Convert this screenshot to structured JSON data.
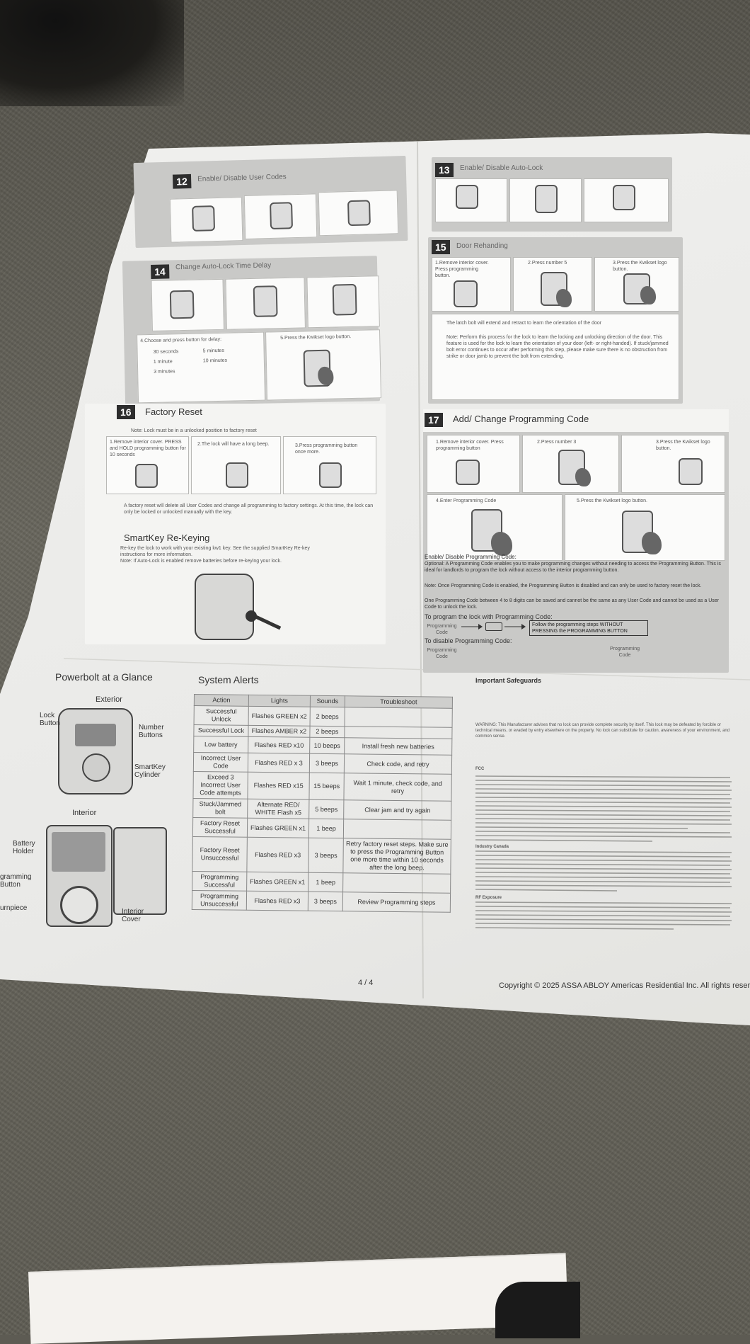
{
  "sections": {
    "s12": {
      "num": "12",
      "title": "Enable/ Disable User Codes"
    },
    "s13": {
      "num": "13",
      "title": "Enable/ Disable Auto-Lock"
    },
    "s14": {
      "num": "14",
      "title": "Change Auto-Lock Time Delay",
      "options": [
        "30 seconds",
        "5 minutes",
        "1 minute",
        "10 minutes",
        "3 minutes"
      ],
      "step4": "4.Choose and press button for delay:",
      "step5": "5.Press the Kwikset logo button."
    },
    "s15": {
      "num": "15",
      "title": "Door Rehanding",
      "step1": "1.Remove interior cover. Press programming button.",
      "step2": "2.Press number 5",
      "step3": "3.Press the Kwikset logo button.",
      "note1": "The latch bolt will extend and retract to learn the orientation of the door",
      "note2": "Note: Perform this process for the lock to learn the locking and unlocking direction of the door. This feature is used for the lock to learn the orientation of your door (left- or right-handed). If stuck/jammed bolt error continues to occur after performing this step, please make sure there is no obstruction from strike or door jamb to prevent the bolt from extending."
    },
    "s16": {
      "num": "16",
      "title": "Factory Reset",
      "note": "Note: Lock must be in a unlocked position to factory reset",
      "step1": "1.Remove interior cover. PRESS and HOLD programming button for 10 seconds",
      "step2": "2.The lock will have a long beep.",
      "step3": "3.Press programming button once more.",
      "info": "A factory reset will delete all User Codes and change all programming to factory settings. At this time, the lock can only be locked or unlocked manually with the key."
    },
    "s17": {
      "num": "17",
      "title": "Add/ Change Programming Code",
      "step1": "1.Remove interior cover. Press programming button",
      "step2": "2.Press number 3",
      "step3": "3.Press the Kwikset logo button.",
      "step4": "4.Enter Programming Code",
      "step5": "5.Press the Kwikset logo button.",
      "enable_title": "Enable/ Disable Programming Code:",
      "enable_text": "Optional: A Programming Code enables you to make programming changes without needing to access the Programming Button. This is ideal for landlords to program the lock without access to the interior programming button.",
      "note": "Note: Once Programming Code is enabled, the Programming Button is disabled and can only be used to factory reset the lock.",
      "digits": "One Programming Code between 4 to 8 digits can be saved and cannot be the same as any User Code and cannot be used as a User Code to unlock the lock.",
      "to_program": "To program the lock with Programming Code:",
      "prog_label": "Programming Code",
      "follow": "Follow the programming steps WITHOUT PRESSING the PROGRAMMING BUTTON",
      "to_disable": "To disable Programming Code:"
    }
  },
  "smartkey": {
    "title": "SmartKey Re-Keying",
    "text": "Re-key the lock to work with your existing kw1 key. See the supplied SmartKey Re-key instructions for more information.",
    "note": "Note: If Auto-Lock is enabled remove batteries before re-keying your lock."
  },
  "glance": {
    "title": "Powerbolt at a Glance",
    "exterior": "Exterior",
    "interior": "Interior",
    "labels": {
      "lock_button": "Lock Button",
      "number_buttons": "Number Buttons",
      "smartkey_cylinder": "SmartKey Cylinder",
      "battery_holder": "Battery Holder",
      "programming_button": "gramming Button",
      "turnpiece": "urnpiece",
      "interior_cover": "Interior Cover"
    }
  },
  "alerts": {
    "title": "System Alerts",
    "headers": [
      "Action",
      "Lights",
      "Sounds",
      "Troubleshoot"
    ],
    "rows": [
      {
        "action": "Successful Unlock",
        "lights": "Flashes GREEN x2",
        "sounds": "2 beeps",
        "fix": ""
      },
      {
        "action": "Successful Lock",
        "lights": "Flashes AMBER x2",
        "sounds": "2 beeps",
        "fix": ""
      },
      {
        "action": "Low battery",
        "lights": "Flashes RED x10",
        "sounds": "10 beeps",
        "fix": "Install fresh new batteries"
      },
      {
        "action": "Incorrect User Code",
        "lights": "Flashes RED x 3",
        "sounds": "3 beeps",
        "fix": "Check code, and retry"
      },
      {
        "action": "Exceed 3 Incorrect User Code attempts",
        "lights": "Flashes RED x15",
        "sounds": "15 beeps",
        "fix": "Wait 1 minute, check code, and retry"
      },
      {
        "action": "Stuck/Jammed bolt",
        "lights": "Alternate RED/ WHITE Flash x5",
        "sounds": "5 beeps",
        "fix": "Clear jam and try again"
      },
      {
        "action": "Factory Reset Successful",
        "lights": "Flashes GREEN x1",
        "sounds": "1 beep",
        "fix": ""
      },
      {
        "action": "Factory Reset Unsuccessful",
        "lights": "Flashes RED x3",
        "sounds": "3 beeps",
        "fix": "Retry factory reset steps. Make sure to press the Programming Button one more time within 10 seconds after the long beep."
      },
      {
        "action": "Programming Successful",
        "lights": "Flashes GREEN x1",
        "sounds": "1 beep",
        "fix": ""
      },
      {
        "action": "Programming Unsuccessful",
        "lights": "Flashes RED x3",
        "sounds": "3 beeps",
        "fix": "Review Programming steps"
      }
    ]
  },
  "safeguards": {
    "title": "Important Safeguards",
    "warning": "WARNING: This Manufacturer advises that no lock can provide complete security by itself. This lock may be defeated by forcible or technical means, or evaded by entry elsewhere on the property. No lock can substitute for caution, awareness of your environment, and common sense.",
    "fcc_title": "FCC",
    "industry_title": "Industry Canada",
    "rf_title": "RF Exposure"
  },
  "footer": {
    "page": "4 / 4",
    "copyright": "Copyright © 2025 ASSA ABLOY Americas Residential Inc. All rights reser"
  },
  "colors": {
    "panel": "#c9c9c7",
    "paper": "#efefed",
    "carpet": "#5d5b53",
    "badge": "#2d2d2d"
  }
}
